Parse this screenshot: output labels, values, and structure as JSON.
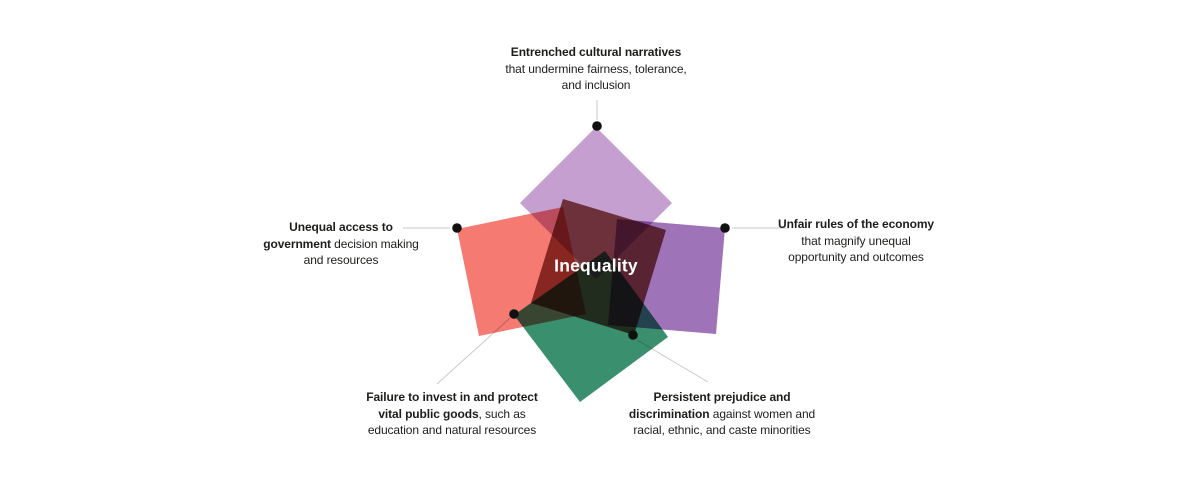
{
  "center_label": "Inequality",
  "colors": {
    "background": "#ffffff",
    "dot": "#111111",
    "connector": "#c9c9c9",
    "label_text": "#1d1d1b",
    "center_text": "#ffffff"
  },
  "factors": [
    {
      "id": "cultural-narratives",
      "color": "#c49fd0",
      "label": [
        [
          {
            "t": "Entrenched cultural narratives",
            "b": true
          }
        ],
        [
          {
            "t": "that undermine fairness, tolerance,",
            "b": false
          }
        ],
        [
          {
            "t": "and inclusion",
            "b": false
          }
        ]
      ]
    },
    {
      "id": "economy-rules",
      "color": "#9e73b8",
      "label": [
        [
          {
            "t": "Unfair rules of the economy",
            "b": true
          }
        ],
        [
          {
            "t": "that magnify unequal",
            "b": false
          }
        ],
        [
          {
            "t": "opportunity and outcomes",
            "b": false
          }
        ]
      ]
    },
    {
      "id": "government-access",
      "color": "#f47a72",
      "label": [
        [
          {
            "t": "Unequal access to",
            "b": true
          }
        ],
        [
          {
            "t": "government",
            "b": true
          },
          {
            "t": " decision making",
            "b": false
          }
        ],
        [
          {
            "t": "and resources",
            "b": false
          }
        ]
      ]
    },
    {
      "id": "public-goods",
      "color": "#3a906e",
      "label": [
        [
          {
            "t": "Failure to invest in and protect",
            "b": true
          }
        ],
        [
          {
            "t": "vital public goods",
            "b": true
          },
          {
            "t": ", such as",
            "b": false
          }
        ],
        [
          {
            "t": "education and natural resources",
            "b": false
          }
        ]
      ]
    },
    {
      "id": "prejudice-discrimination",
      "color": "#8e4e48",
      "label": [
        [
          {
            "t": "Persistent prejudice and",
            "b": true
          }
        ],
        [
          {
            "t": "discrimination",
            "b": true
          },
          {
            "t": " against women and",
            "b": false
          }
        ],
        [
          {
            "t": "racial, ethnic, and caste minorities",
            "b": false
          }
        ]
      ]
    }
  ]
}
